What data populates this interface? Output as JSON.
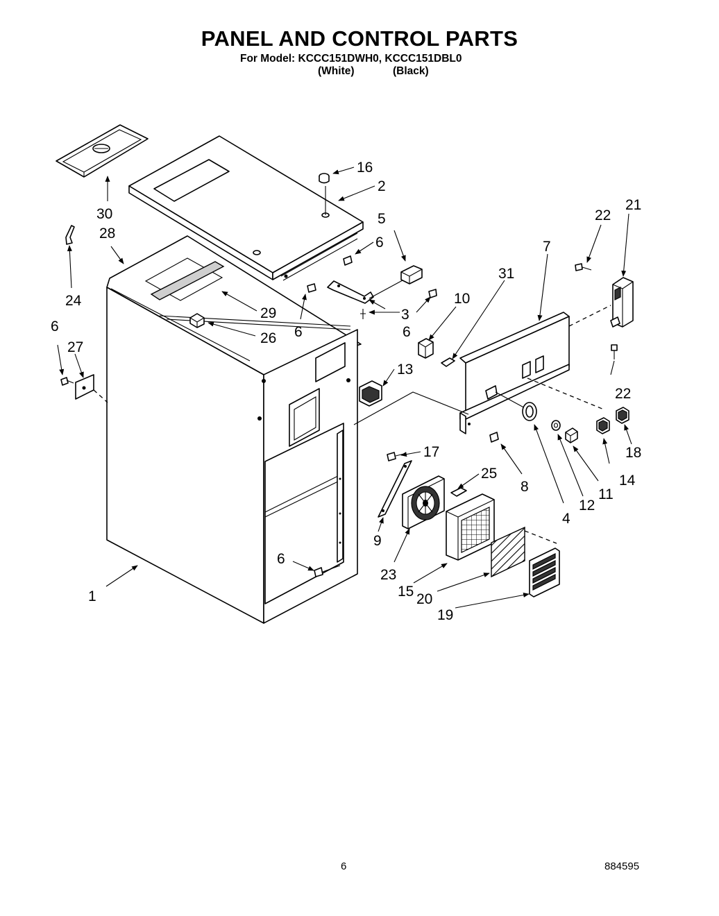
{
  "document": {
    "title": "PANEL AND CONTROL PARTS",
    "model_line": "For Model: KCCC151DWH0, KCCC151DBL0",
    "variant_white": "(White)",
    "variant_black": "(Black)",
    "page_number": "6",
    "doc_number": "884595"
  },
  "callouts": {
    "c1": "1",
    "c2": "2",
    "c3": "3",
    "c4": "4",
    "c5": "5",
    "c6a": "6",
    "c6b": "6",
    "c6c": "6",
    "c6d": "6",
    "c6e": "6",
    "c7": "7",
    "c8": "8",
    "c9": "9",
    "c10": "10",
    "c11": "11",
    "c12": "12",
    "c13": "13",
    "c14": "14",
    "c15": "15",
    "c16": "16",
    "c17": "17",
    "c18": "18",
    "c19": "19",
    "c20": "20",
    "c21": "21",
    "c22a": "22",
    "c22b": "22",
    "c23": "23",
    "c24": "24",
    "c25": "25",
    "c26": "26",
    "c27": "27",
    "c28": "28",
    "c29": "29",
    "c30": "30",
    "c31": "31"
  }
}
